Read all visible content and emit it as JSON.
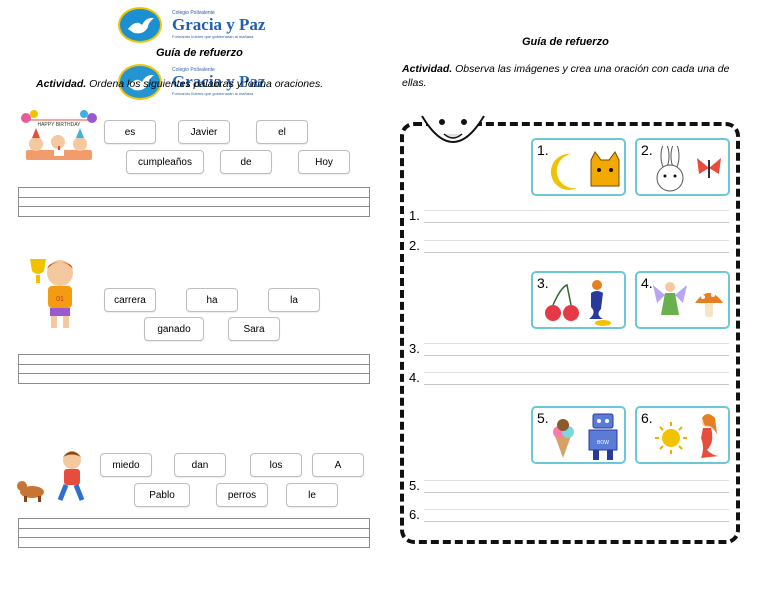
{
  "left": {
    "logo": {
      "school": "Colegio Polivalente",
      "name": "Gracia y Paz",
      "motto": "Formando líderes que gobiernarán al mañana"
    },
    "title": "Guía de refuerzo",
    "instruction_bold": "Actividad.",
    "instruction_text": " Ordena los siguientes palabras y forma oraciones.",
    "banner_text": "HAPPY BIRTHDAY",
    "medal_text": "01",
    "exercises": [
      {
        "words": [
          "es",
          "Javier",
          "el",
          "cumpleaños",
          "de",
          "Hoy"
        ]
      },
      {
        "words": [
          "carrera",
          "ha",
          "la",
          "ganado",
          "Sara"
        ]
      },
      {
        "words": [
          "miedo",
          "dan",
          "los",
          "A",
          "Pablo",
          "perros",
          "le"
        ]
      }
    ]
  },
  "right": {
    "title": "Guía de refuerzo",
    "instruction_bold": "Actividad.",
    "instruction_text": " Observa las imágenes y crea una oración con cada una de ellas.",
    "pictures": [
      {
        "num": "1.",
        "items": [
          "moon-icon",
          "cat-icon"
        ]
      },
      {
        "num": "2.",
        "items": [
          "rabbit-icon",
          "butterfly-icon"
        ]
      },
      {
        "num": "3.",
        "items": [
          "cherries-icon",
          "genie-icon"
        ]
      },
      {
        "num": "4.",
        "items": [
          "fairy-icon",
          "mushroom-icon"
        ]
      },
      {
        "num": "5.",
        "items": [
          "ice-cream-icon",
          "robot-icon"
        ]
      },
      {
        "num": "6.",
        "items": [
          "sun-icon",
          "mermaid-icon"
        ]
      }
    ],
    "robot_text": "BOW",
    "answer_labels": [
      "1.",
      "2.",
      "3.",
      "4.",
      "5.",
      "6."
    ]
  }
}
